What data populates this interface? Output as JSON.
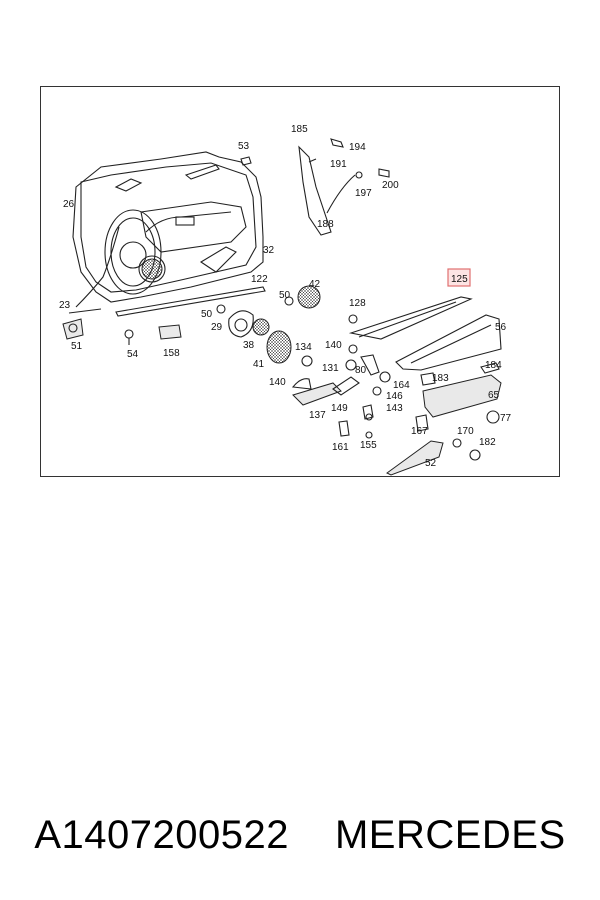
{
  "diagram": {
    "highlighted_part": "125",
    "callouts": [
      "185",
      "194",
      "191",
      "53",
      "197",
      "200",
      "26",
      "188",
      "32",
      "122",
      "42",
      "50",
      "23",
      "128",
      "50",
      "29",
      "51",
      "54",
      "158",
      "38",
      "41",
      "134",
      "140",
      "56",
      "140",
      "80",
      "184",
      "131",
      "183",
      "164",
      "65",
      "146",
      "137",
      "149",
      "143",
      "77",
      "167",
      "170",
      "161",
      "155",
      "182",
      "52"
    ]
  },
  "footer": {
    "part_number": "A1407200522",
    "brand": "MERCEDES"
  },
  "colors": {
    "highlight_fill": "#fde4e4",
    "highlight_stroke": "#e07070",
    "line": "#222222"
  }
}
